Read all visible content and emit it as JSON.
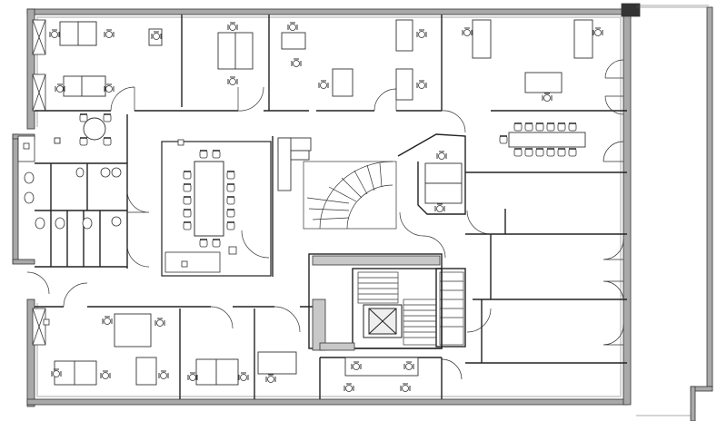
{
  "drawing": {
    "type": "architectural-floor-plan",
    "text_labels": [],
    "colors": {
      "background": "#ffffff",
      "wall_fill": "#a9a9a9",
      "wall_stroke": "#333333",
      "line": "#222222",
      "furniture": "#333333"
    }
  },
  "rooms": [
    {
      "id": "northwest-office"
    },
    {
      "id": "north-open-office"
    },
    {
      "id": "north-office-2"
    },
    {
      "id": "northeast-office"
    },
    {
      "id": "boardroom-east"
    },
    {
      "id": "central-conference-room"
    },
    {
      "id": "lounge"
    },
    {
      "id": "restrooms"
    },
    {
      "id": "spiral-stair"
    },
    {
      "id": "core-stair"
    },
    {
      "id": "elevator"
    },
    {
      "id": "reception"
    },
    {
      "id": "east-offices"
    },
    {
      "id": "southwest-office"
    },
    {
      "id": "south-open-office"
    },
    {
      "id": "south-meeting"
    }
  ]
}
